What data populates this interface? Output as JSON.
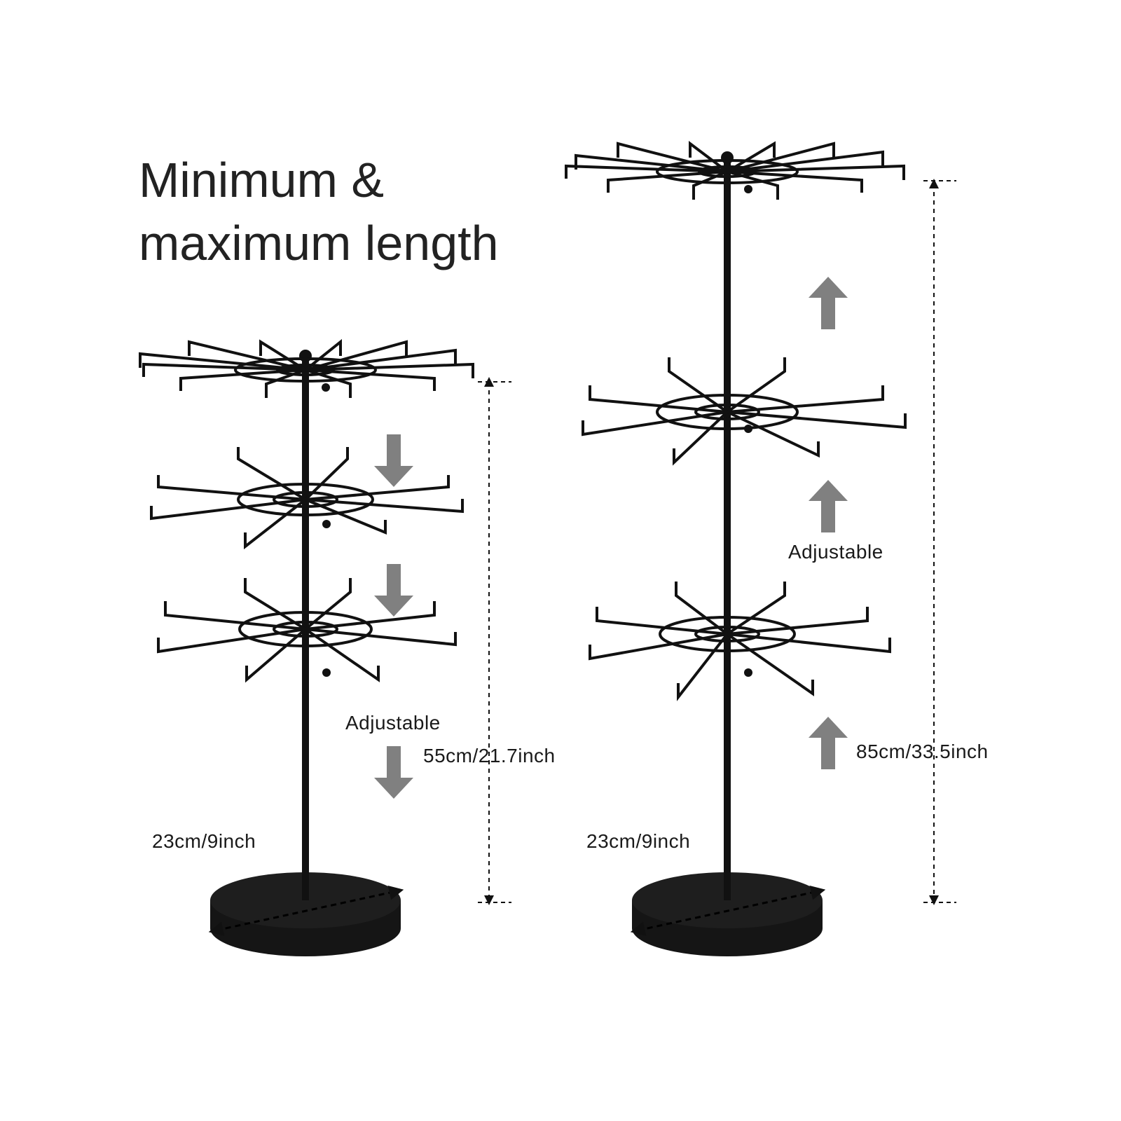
{
  "heading": {
    "line1": "Minimum &",
    "line2": "maximum length"
  },
  "left_stand": {
    "adjustable_label": "Adjustable",
    "height_label": "55cm/21.7inch",
    "base_label": "23cm/9inch",
    "arrow_direction": "down"
  },
  "right_stand": {
    "adjustable_label": "Adjustable",
    "height_label": "85cm/33.5inch",
    "base_label": "23cm/9inch",
    "arrow_direction": "up"
  },
  "colors": {
    "metal": "#111111",
    "arrow": "#808080",
    "text": "#1a1a1a"
  }
}
